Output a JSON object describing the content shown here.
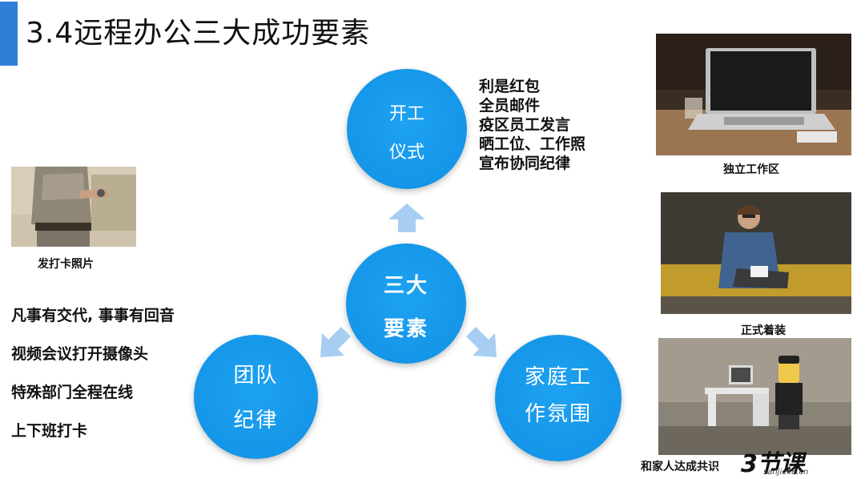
{
  "slide": {
    "title": "3.4远程办公三大成功要素",
    "accent_color": "#2f7ed8",
    "circle_color": "#1596e8"
  },
  "circles": {
    "top": {
      "line1": "开工",
      "line2": "仪式"
    },
    "center": {
      "line1": "三大",
      "line2": "要素"
    },
    "left": {
      "line1": "团队",
      "line2": "纪律"
    },
    "right": {
      "line1": "家庭工",
      "line2": "作氛围"
    }
  },
  "top_list": [
    "利是红包",
    "全员邮件",
    "疫区员工发言",
    "晒工位、工作照",
    "宣布协同纪律"
  ],
  "left_list": [
    "凡事有交代, 事事有回音",
    "视频会议打开摄像头",
    "特殊部门全程在线",
    "上下班打卡"
  ],
  "photos": {
    "checkin": {
      "caption": "发打卡照片"
    },
    "workspace": {
      "caption": "独立工作区"
    },
    "attire": {
      "caption": "正式着装"
    },
    "family": {
      "caption": "和家人达成共识"
    }
  },
  "logo": {
    "text": "3节课",
    "url": "sanjieke.cn"
  }
}
